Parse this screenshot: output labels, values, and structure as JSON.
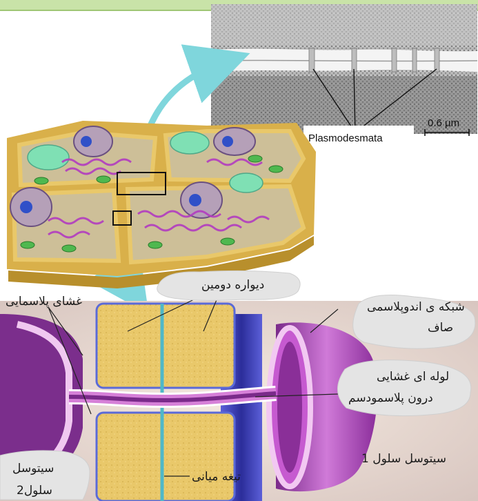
{
  "micrograph": {
    "label": "Plasmodesmata",
    "scale_text": "0.6 µm"
  },
  "labels": {
    "secondary_wall": "دیواره دومین",
    "plasma_membrane": "غشای پلاسمایی",
    "smooth_er_line1": "شبکه ی اندوپلاسمی",
    "smooth_er_line2": "صاف",
    "tube_line1": "لوله ای غشایی",
    "tube_line2": "درون پلاسمودسم",
    "cytosol1": "سیتوسل سلول 1",
    "cytosol2_line1": "سیتوسل",
    "cytosol2_line2": "سلول2",
    "middle_lamella": "تیغه میانی"
  },
  "colors": {
    "top_bar": "#c9e3a8",
    "cell_wall": "#e8c35a",
    "cytoplasm": "#d9c79a",
    "membrane_purple": "#9b2fa3",
    "er_blue": "#3d3fb8",
    "arrow_cyan": "#7fd6dc",
    "label_cloud": "#e6e6e6"
  }
}
